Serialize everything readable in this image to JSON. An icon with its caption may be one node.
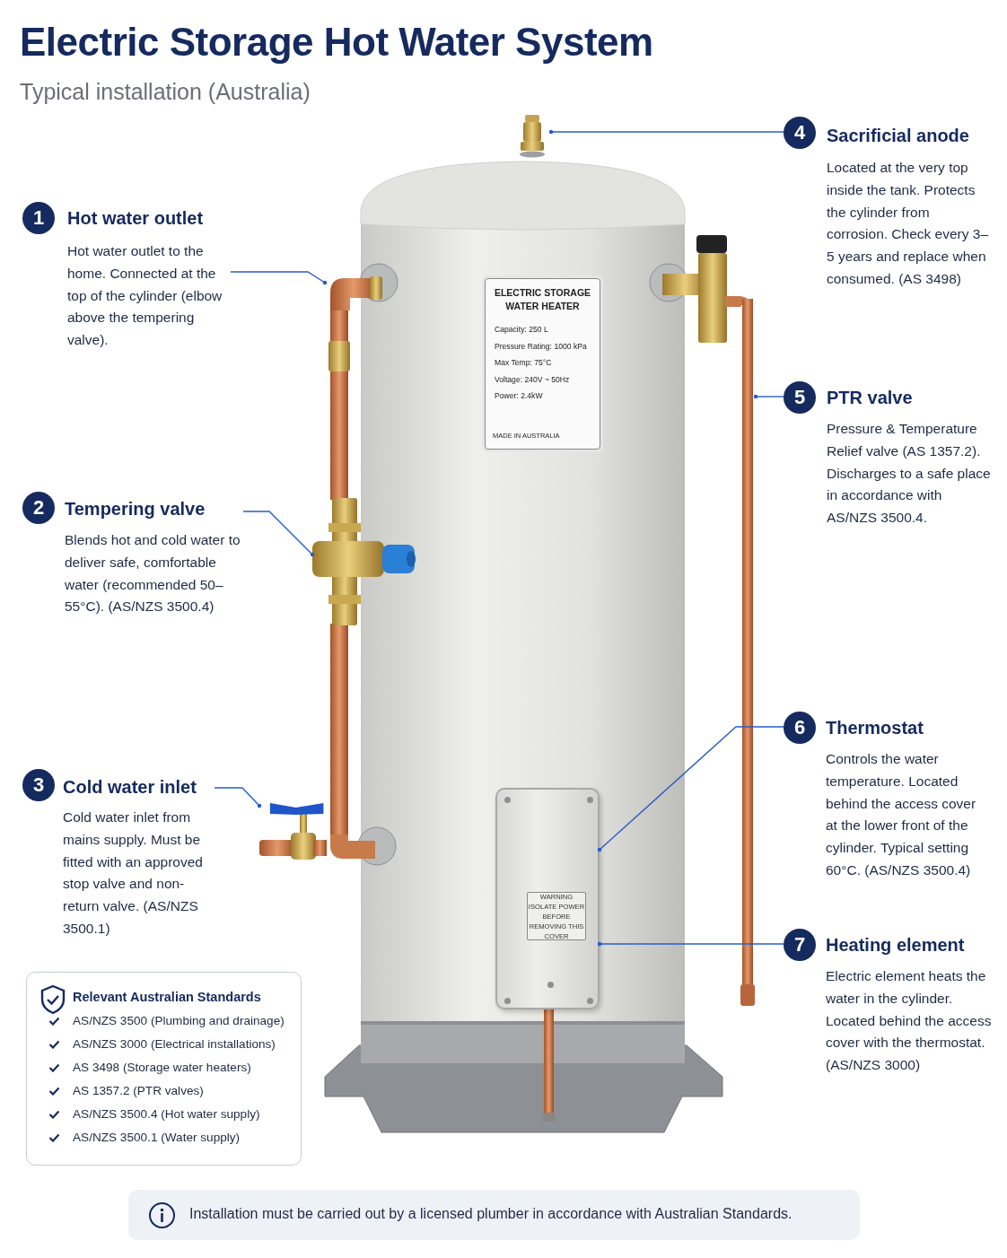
{
  "diagram": {
    "title": "Electric Storage Hot Water System",
    "nodes": [
      {
        "text": [
          "1",
          "Hot water outlet",
          "Hot water outlet to the home. Connected at the top of the cylinder (elbow above the tempering valve)."
        ]
      },
      {
        "text": [
          "2",
          "Tempering valve",
          "Blends hot and cold water to deliver safe, comfortable water (recommended 50–55°C). (AS/NZS 3500.4)"
        ]
      },
      {
        "text": [
          "3",
          "Cold water inlet",
          "Cold water inlet from mains supply. Must be fitted with an approved stop valve and non-return valve. (AS/NZS 3500.1)"
        ]
      },
      {
        "text": [
          "4",
          "Sacrificial anode",
          "Located at the very top inside the tank. Protects the cylinder from corrosion. Check every 3–5 years and replace when consumed. (AS 3498)"
        ]
      },
      {
        "text": [
          "5",
          "PTR valve",
          "Pressure & Temperature Relief valve (AS 1357.2). Discharges to a safe place in accordance with AS/NZS 3500.4."
        ]
      },
      {
        "text": [
          "6",
          "Thermostat",
          "Controls the water temperature. Located behind the access cover at the lower front of the cylinder. Typical setting 60°C. (AS/NZS 3500.4)"
        ]
      },
      {
        "text": [
          "7",
          "Heating element",
          "Electric element heats the water in the cylinder. Located behind the access cover with the thermostat. (AS/NZS 3000)"
        ]
      },
      {
        "text": [
          "ELECTRIC STORAGE WATER HEATER",
          "Capacity: 250 L",
          "Pressure Rating: 1000 kPa",
          "Max Temp: 75°C",
          "Voltage: 240V ~ 50Hz",
          "Power: 2.4kW",
          "MADE IN AUSTRALIA"
        ]
      },
      {
        "text": [],
        "shape": "box"
      },
      {
        "text": [
          "WARNING ISOLATE POWER BEFORE REMOVING THIS COVER"
        ],
        "in": 8
      },
      {
        "text": [],
        "shape": "picture"
      },
      {
        "text": [],
        "shape": "picture"
      },
      {
        "text": [],
        "shape": "picture"
      },
      {
        "text": [],
        "shape": "picture"
      },
      {
        "text": [],
        "shape": "picture"
      },
      {
        "text": [
          "Relevant Australian Standards",
          "AS/NZS 3500 (Plumbing and drainage)",
          "AS/NZS 3000 (Electrical installations)",
          "AS 3498 (Storage water heaters)",
          "AS 1357.2 (PTR valves)",
          "AS/NZS 3500.4 (Hot water supply)",
          "AS/NZS 3500.1 (Water supply)"
        ]
      },
      {
        "text": [
          "Installation must be carried out by a licensed plumber in accordance with Australian Standards."
        ]
      }
    ],
    "edges": [
      {
        "from": 0,
        "to": 10,
        "arrow": "other"
      },
      {
        "from": 1,
        "to": 11,
        "arrow": "other"
      },
      {
        "from": 2,
        "to": 12,
        "arrow": "other"
      },
      {
        "from": 3,
        "to": 13,
        "arrow": "other"
      },
      {
        "from": 4,
        "to": 14,
        "arrow": "other"
      },
      {
        "from": 5,
        "to": 8,
        "arrow": "other"
      },
      {
        "from": 6,
        "to": 8,
        "arrow": "other"
      }
    ],
    "labels": [
      "Typical installation (Australia)"
    ]
  }
}
